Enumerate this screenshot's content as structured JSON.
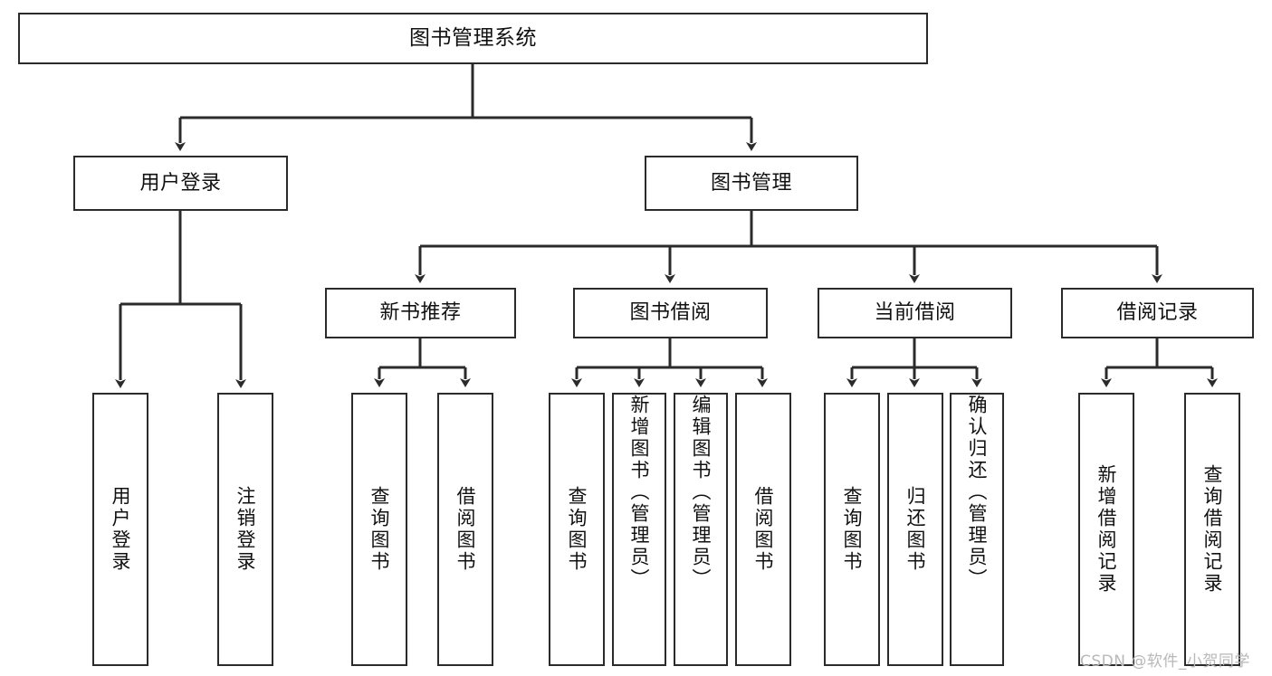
{
  "diagram": {
    "title": "图书管理系统",
    "type": "tree-hierarchy",
    "watermark": "CSDN @软件_小贺同学",
    "colors": {
      "stroke": "#2b2b2b",
      "fill": "#ffffff",
      "text": "#111111",
      "watermark": "#b8b8b8"
    },
    "nodes": {
      "root": {
        "label": "图书管理系统"
      },
      "level2": [
        {
          "id": "user-login",
          "label": "用户登录"
        },
        {
          "id": "book-management",
          "label": "图书管理"
        }
      ],
      "level3": [
        {
          "id": "new-book-recommend",
          "label": "新书推荐"
        },
        {
          "id": "book-borrow",
          "label": "图书借阅"
        },
        {
          "id": "current-borrow",
          "label": "当前借阅"
        },
        {
          "id": "borrow-record",
          "label": "借阅记录"
        }
      ],
      "leaves": {
        "user-login": [
          {
            "id": "leaf-user-login",
            "label": "用户登录"
          },
          {
            "id": "leaf-logout-login",
            "label": "注销登录"
          }
        ],
        "new-book-recommend": [
          {
            "id": "leaf-query-book-1",
            "label": "查询图书"
          },
          {
            "id": "leaf-borrow-book-1",
            "label": "借阅图书"
          }
        ],
        "book-borrow": [
          {
            "id": "leaf-query-book-2",
            "label": "查询图书"
          },
          {
            "id": "leaf-add-book",
            "label": "新增图书（管理员）"
          },
          {
            "id": "leaf-edit-book",
            "label": "编辑图书（管理员）"
          },
          {
            "id": "leaf-borrow-book-2",
            "label": "借阅图书"
          }
        ],
        "current-borrow": [
          {
            "id": "leaf-query-book-3",
            "label": "查询图书"
          },
          {
            "id": "leaf-return-book",
            "label": "归还图书"
          },
          {
            "id": "leaf-confirm-return",
            "label": "确认归还（管理员）"
          }
        ],
        "borrow-record": [
          {
            "id": "leaf-add-record",
            "label": "新增借阅记录"
          },
          {
            "id": "leaf-query-record",
            "label": "查询借阅记录"
          }
        ]
      }
    }
  }
}
